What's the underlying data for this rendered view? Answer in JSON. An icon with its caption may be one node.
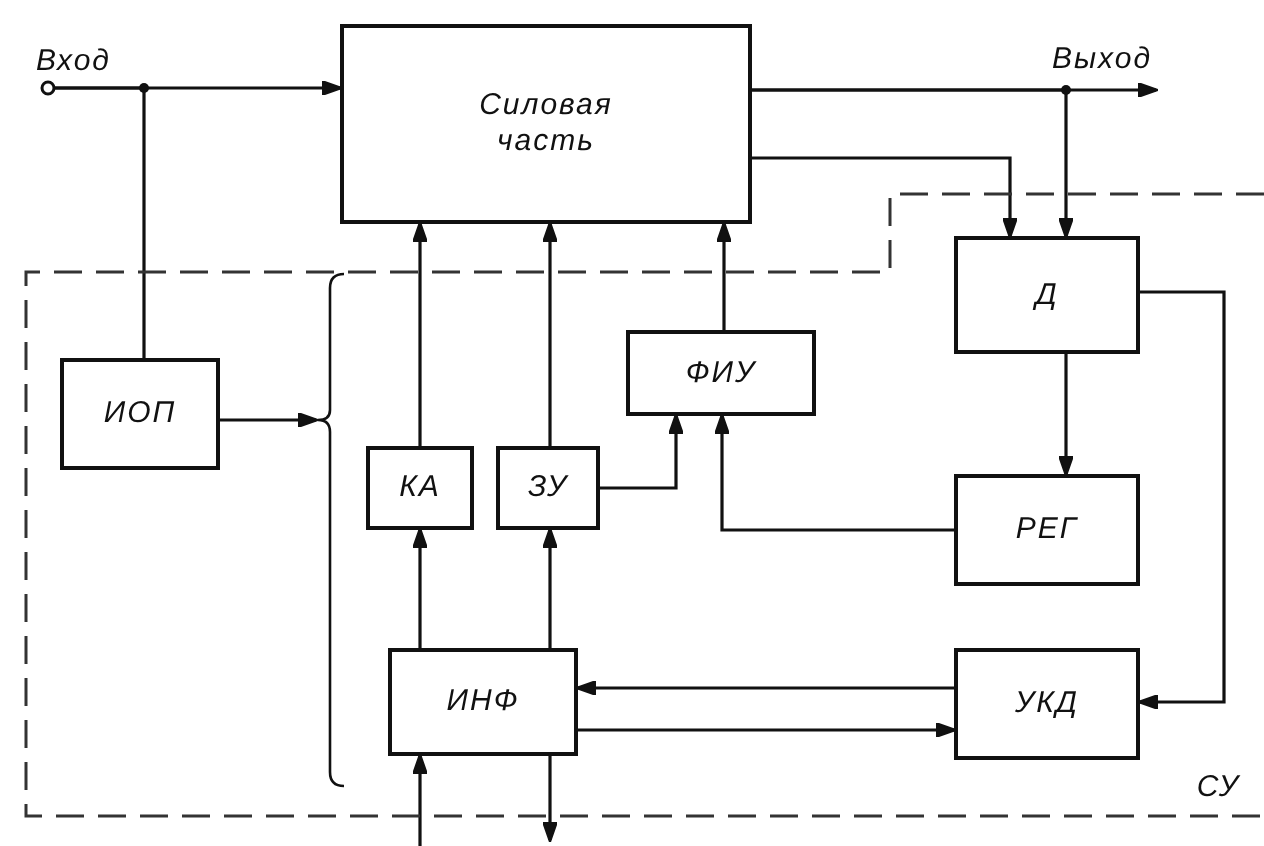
{
  "diagram": {
    "nodes": [
      {
        "text": [
          "Вход"
        ]
      },
      {
        "text": [
          "Силовая часть"
        ]
      },
      {
        "text": [
          "СУ"
        ]
      },
      {
        "text": [
          "Д"
        ],
        "in": 2
      },
      {
        "text": [],
        "shape": "bracket",
        "in": 2
      },
      {
        "text": [
          "ФИУ"
        ],
        "in": 2
      },
      {
        "text": [
          "ИОП"
        ],
        "in": 2
      },
      {
        "text": [
          "КА"
        ],
        "in": 2
      },
      {
        "text": [
          "ЗУ"
        ],
        "in": 2
      },
      {
        "text": [
          "РЕГ"
        ],
        "in": 2
      },
      {
        "text": [
          "ИНФ"
        ],
        "in": 2
      },
      {
        "text": [
          "УКД"
        ],
        "in": 2
      }
    ],
    "edges": [
      {
        "from": 0,
        "to": 1,
        "arrow": "to"
      },
      {
        "from": 0,
        "to": 6,
        "arrow": "none"
      },
      {
        "from": 1,
        "to": null,
        "arrow": "to",
        "label": "Выход"
      },
      {
        "from": 1,
        "to": 3,
        "arrow": "to"
      },
      {
        "from": 1,
        "to": 3,
        "arrow": "to"
      },
      {
        "from": 6,
        "to": 4,
        "arrow": "to"
      },
      {
        "from": 7,
        "to": 1,
        "arrow": "to"
      },
      {
        "from": 8,
        "to": 1,
        "arrow": "to"
      },
      {
        "from": 5,
        "to": 1,
        "arrow": "to"
      },
      {
        "from": 8,
        "to": 5,
        "arrow": "to"
      },
      {
        "from": 9,
        "to": 5,
        "arrow": "to"
      },
      {
        "from": 3,
        "to": 9,
        "arrow": "to"
      },
      {
        "from": 3,
        "to": 11,
        "arrow": "to"
      },
      {
        "from": 10,
        "to": 7,
        "arrow": "to"
      },
      {
        "from": 10,
        "to": 8,
        "arrow": "to"
      },
      {
        "from": 11,
        "to": 10,
        "arrow": "to"
      },
      {
        "from": 10,
        "to": 11,
        "arrow": "to"
      },
      {
        "from": null,
        "to": 10,
        "arrow": "to"
      },
      {
        "from": 10,
        "to": null,
        "arrow": "to"
      }
    ]
  }
}
